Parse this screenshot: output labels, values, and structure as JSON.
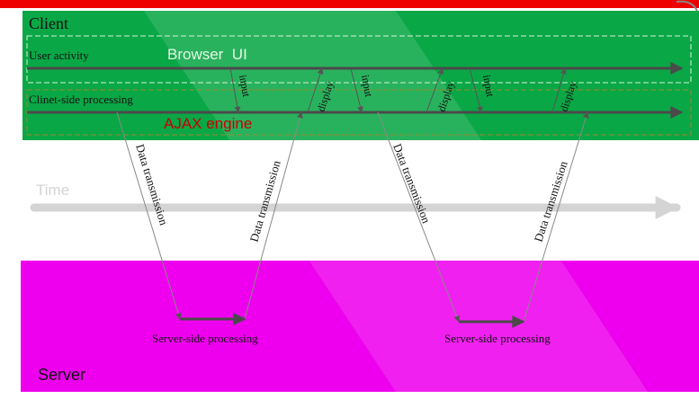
{
  "client": {
    "title": "Client",
    "user_activity_label": "User activity",
    "browser_ui_label": "Browser  UI",
    "processing_label": "Clinet-side processing",
    "ajax_engine_label": "AJAX engine"
  },
  "time_label": "Time",
  "server": {
    "title": "Server",
    "processing_label_1": "Server-side processing",
    "processing_label_2": "Server-side processing"
  },
  "events": {
    "input_1": "input",
    "display_1": "display",
    "input_2": "input",
    "display_2": "display",
    "input_3": "input",
    "display_3": "display"
  },
  "transmissions": {
    "t1": "Data transmission",
    "t2": "Data transmission",
    "t3": "Data transmission",
    "t4": "Data transmission"
  },
  "colors": {
    "client_fill": "#0aa746",
    "server_fill": "#ee00ee",
    "ajax_text": "#c80000",
    "top_bar": "#ee0000",
    "time_arrow": "#d4d4d4"
  }
}
